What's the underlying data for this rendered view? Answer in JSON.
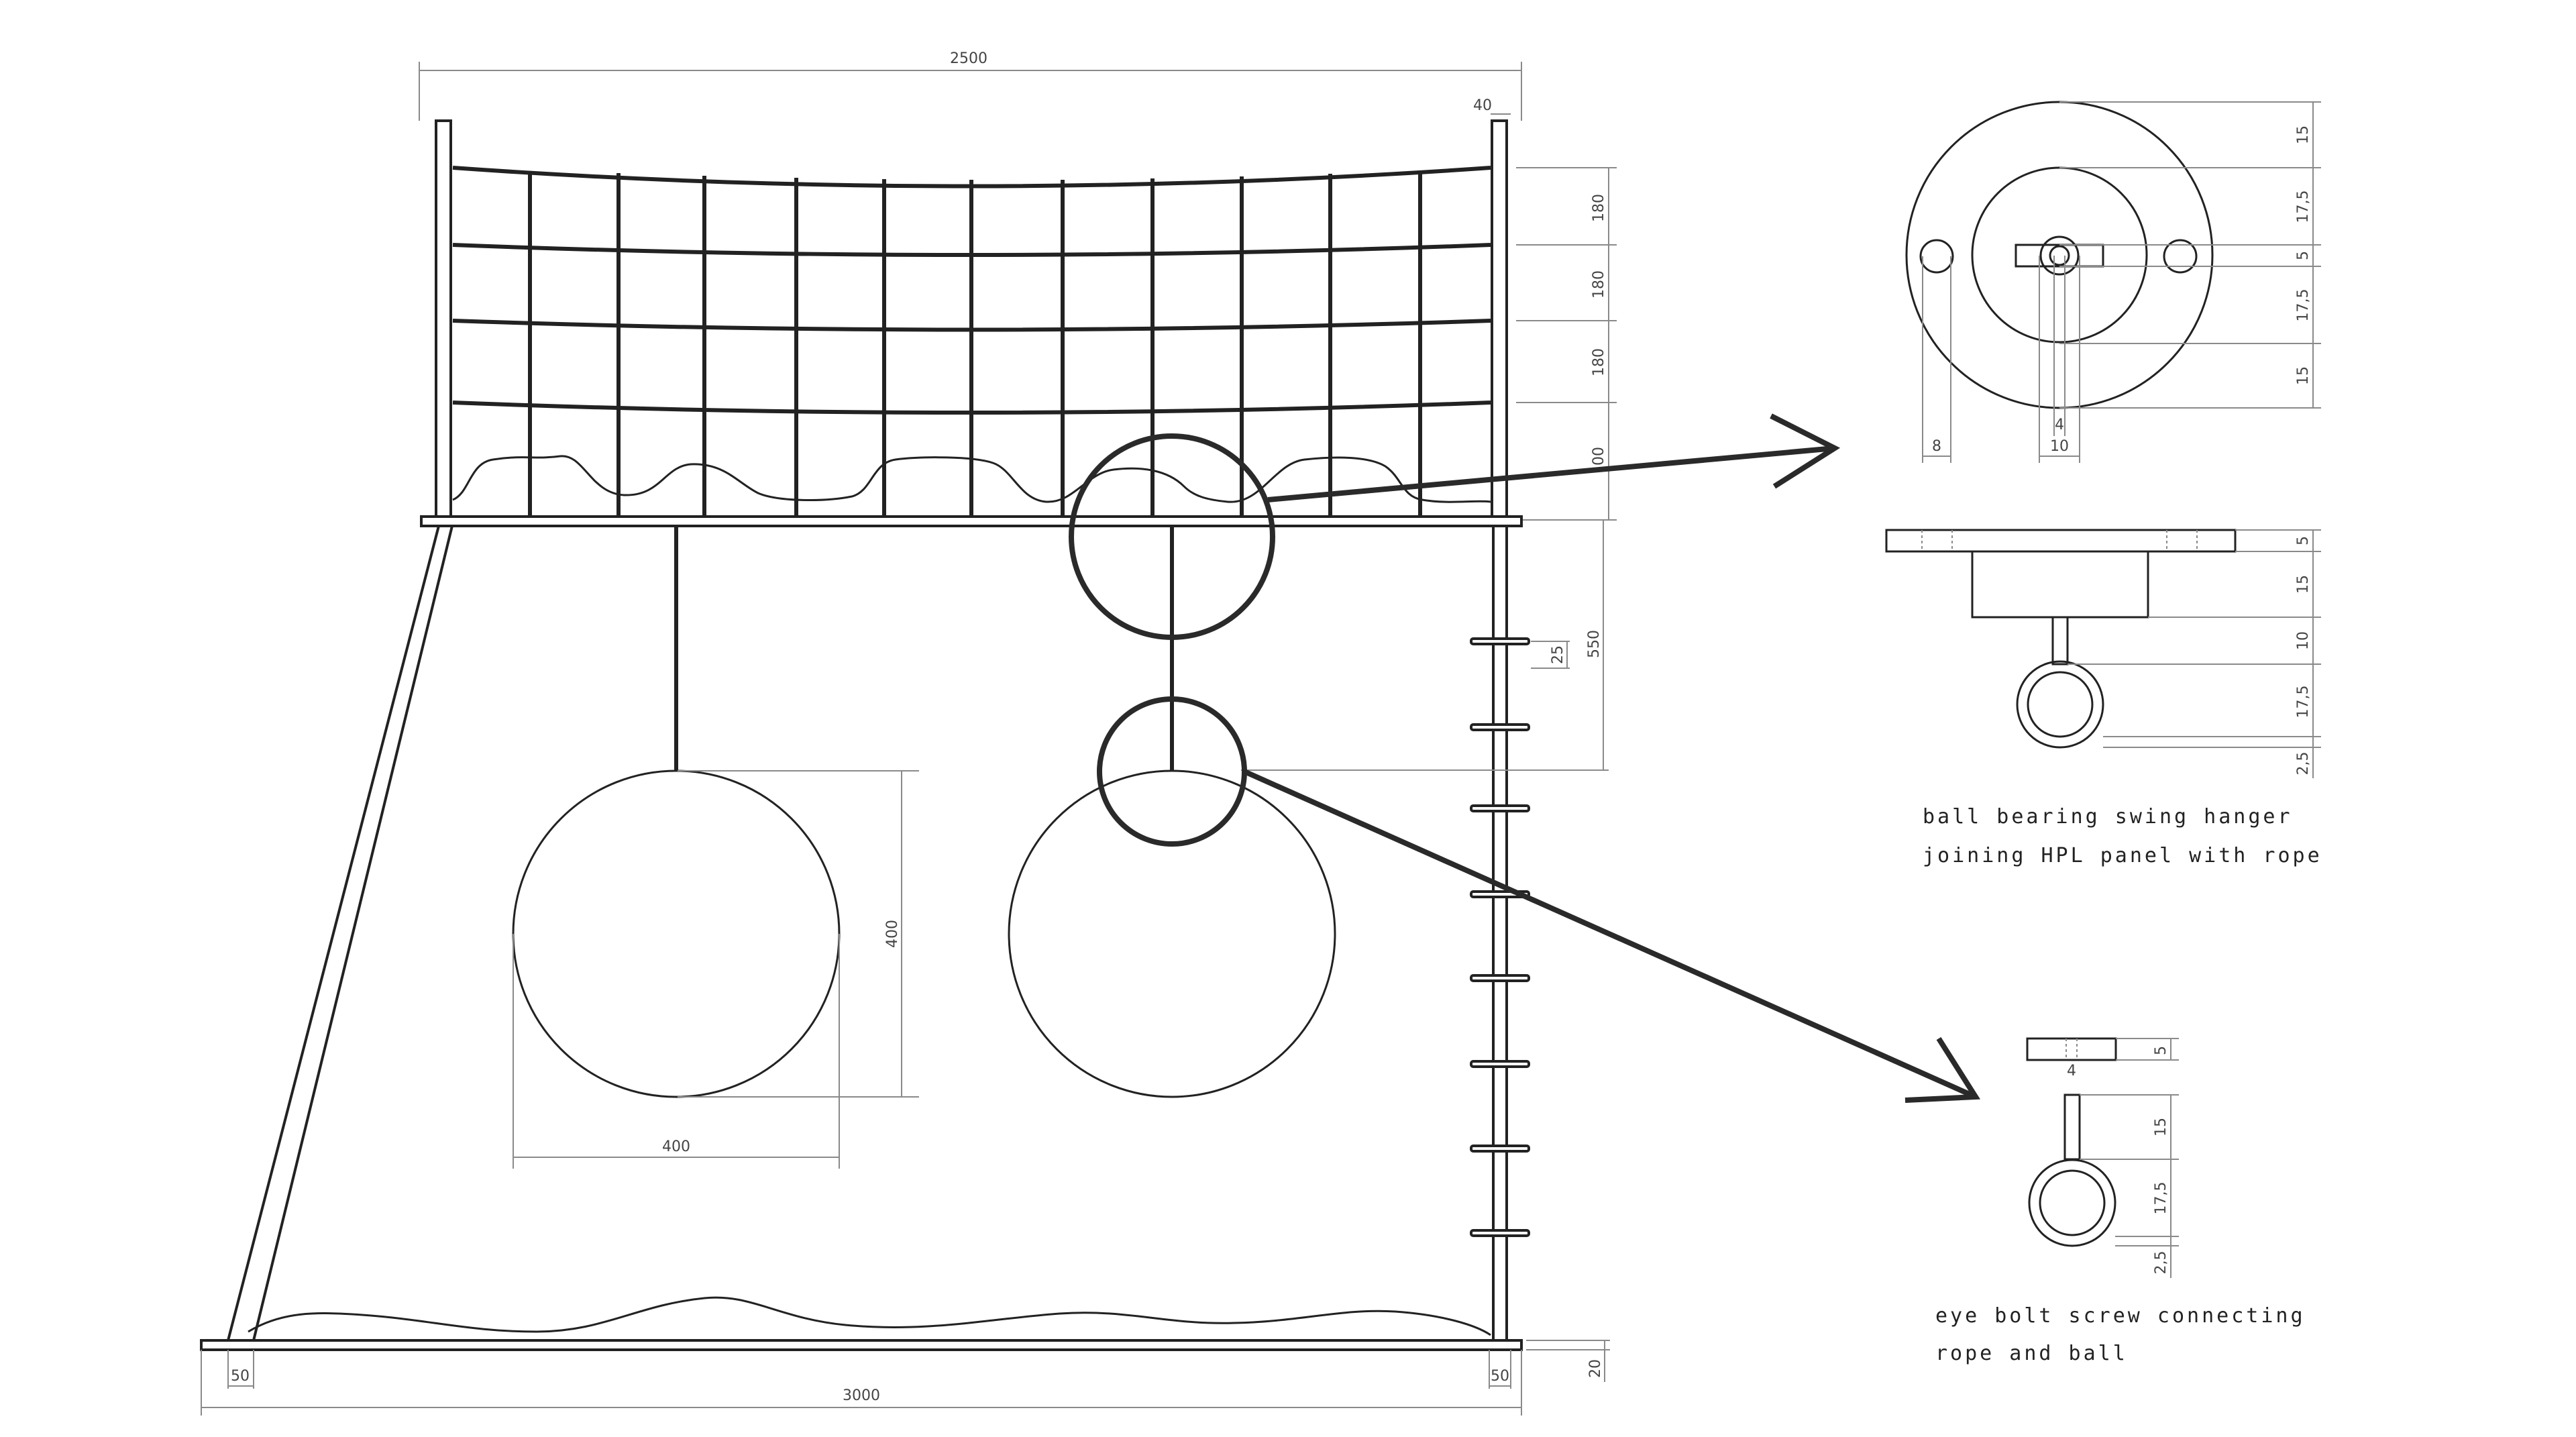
{
  "drawing": {
    "dims": {
      "top_width": "2500",
      "post_width": "40",
      "net_row_1": "180",
      "net_row_2": "180",
      "net_row_3": "180",
      "net_row_4": "00",
      "drop_height": "550",
      "rung_gap": "25",
      "ball_left_height": "400",
      "ball_left_width": "400",
      "base_width": "3000",
      "base_left_post": "50",
      "base_right_post": "50",
      "base_thickness": "20"
    },
    "hanger_detail": {
      "plan_dims": [
        "15",
        "17,5",
        "5",
        "17,5",
        "15"
      ],
      "plan_bottom_dims": [
        "8",
        "4",
        "10"
      ],
      "section_dims": [
        "5",
        "15",
        "10",
        "17,5",
        "2,5"
      ],
      "caption_line_1": "ball bearing swing hanger",
      "caption_line_2": "joining HPL panel with rope"
    },
    "eyebolt_detail": {
      "cap_dims": [
        "5",
        "4"
      ],
      "bolt_dims": [
        "15",
        "17,5",
        "2,5"
      ],
      "caption_line_1": "eye bolt screw connecting",
      "caption_line_2": "rope and ball"
    }
  }
}
